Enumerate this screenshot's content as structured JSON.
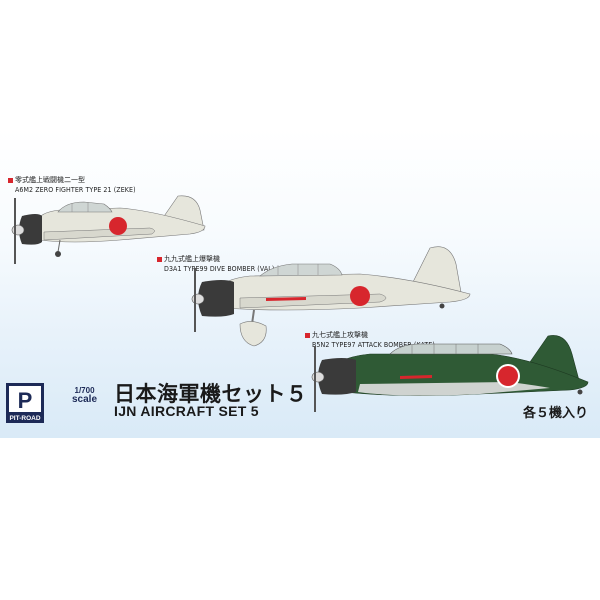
{
  "aircraft": [
    {
      "jp": "零式艦上戦闘機二一型",
      "en": "A6M2 ZERO FIGHTER TYPE 21 (ZEKE)"
    },
    {
      "jp": "九九式艦上爆撃機",
      "en": "D3A1 TYPE99 DIVE BOMBER (VAL)"
    },
    {
      "jp": "九七式艦上攻撃機",
      "en": "B5N2 TYPE97 ATTACK BOMBER (KATE)"
    }
  ],
  "brand": {
    "logo_text": "PIT-ROAD",
    "logo_mark": "P"
  },
  "scale": {
    "ratio": "1/700",
    "word": "scale"
  },
  "title_jp": "日本海軍機セット５",
  "title_en": "IJN AIRCRAFT SET 5",
  "quantity": "各５機入り",
  "colors": {
    "hinomaru": "#d7262d",
    "zero_body": "#e6e6dc",
    "kate_green": "#2f5a35",
    "cowling": "#3a3a3a",
    "brand_blue": "#1d2a57"
  }
}
